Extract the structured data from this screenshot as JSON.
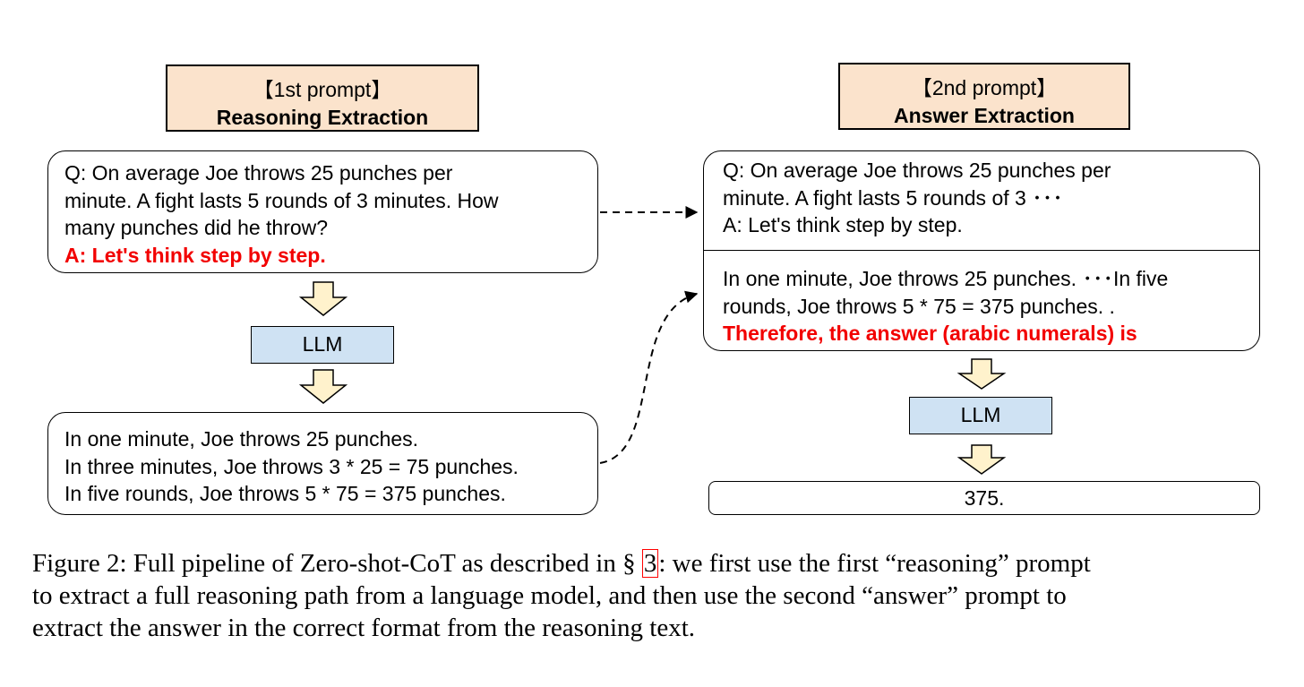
{
  "left": {
    "header": {
      "line1": "【1st prompt】",
      "line2": "Reasoning Extraction"
    },
    "prompt_box": {
      "lines": [
        "Q: On average Joe throws 25 punches per",
        "minute.  A fight lasts 5 rounds of 3 minutes.  How",
        "many punches did he throw?"
      ],
      "highlight": "A: Let's think step by step."
    },
    "llm_label": "LLM",
    "output_box": {
      "lines": [
        "In one minute, Joe throws 25 punches.",
        "In three minutes, Joe throws 3 * 25 = 75 punches.",
        "In five rounds, Joe throws 5 * 75 = 375 punches."
      ]
    }
  },
  "right": {
    "header": {
      "line1": "【2nd prompt】",
      "line2": "Answer Extraction"
    },
    "prompt_box": {
      "top_lines": [
        "Q: On average Joe throws 25 punches per",
        "minute.  A fight lasts 5 rounds of 3 ･･･",
        "A: Let's think step by step."
      ],
      "bottom_lines": [
        "In one minute, Joe throws 25 punches. ･･･In five",
        "rounds, Joe throws 5 * 75 = 375 punches. ."
      ],
      "highlight": "Therefore, the answer (arabic numerals) is"
    },
    "llm_label": "LLM",
    "answer": "375."
  },
  "caption": {
    "line1_before": "Figure 2: Full pipeline of Zero-shot-CoT as described in § ",
    "ref": "3",
    "line1_after": ": we first use the first “reasoning” prompt",
    "line2": "to extract a full reasoning path from a language model, and then use the second “answer” prompt to",
    "line3": "extract the answer in the correct format from the reasoning text."
  },
  "colors": {
    "header_fill": "#fbe3cc",
    "llm_fill": "#cfe2f3",
    "down_arrow_fill": "#fff2cc",
    "highlight_text": "#f20000",
    "ref_box": "#ff0000"
  }
}
